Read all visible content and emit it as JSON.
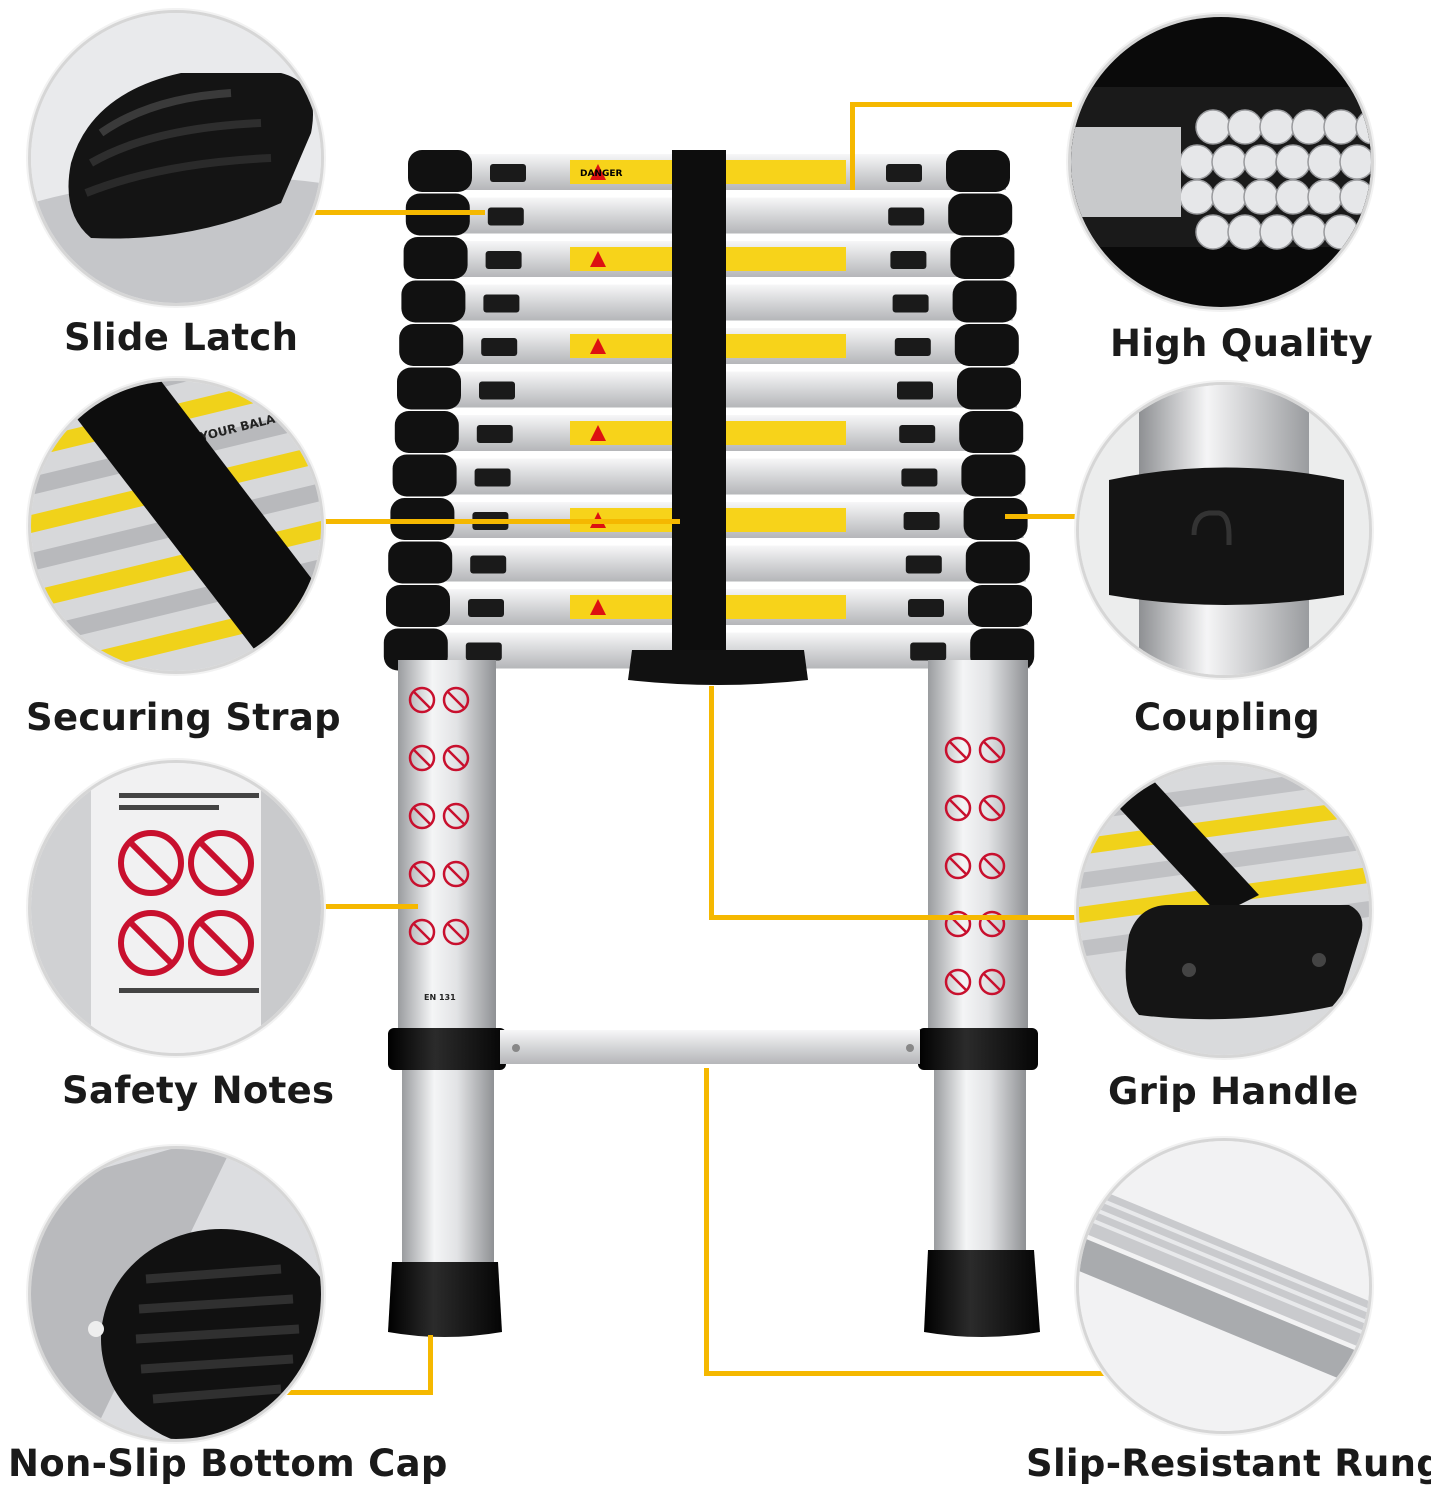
{
  "colors": {
    "leader_line": "#f5b800",
    "aluminium": "#d9dadc",
    "rubber": "#111111",
    "warning_label": "#f7d31a",
    "label_text": "#1a1a1a"
  },
  "features": [
    {
      "label": "Slide Latch",
      "icon": "slide-latch-closeup"
    },
    {
      "label": "Securing Strap",
      "icon": "securing-strap-closeup"
    },
    {
      "label": "Safety Notes",
      "icon": "safety-notes-closeup"
    },
    {
      "label": "Non-Slip Bottom Cap",
      "icon": "bottom-cap-closeup"
    },
    {
      "label": "High Quality",
      "icon": "aluminium-tubes-closeup"
    },
    {
      "label": "Coupling",
      "icon": "coupling-closeup"
    },
    {
      "label": "Grip Handle",
      "icon": "grip-handle-closeup"
    },
    {
      "label": "Slip-Resistant Rung",
      "icon": "rung-closeup"
    }
  ],
  "ladder": {
    "warning_label_text": "DANGER",
    "standard_text": "EN 131",
    "strap_text": "YOUR BALANCE"
  }
}
